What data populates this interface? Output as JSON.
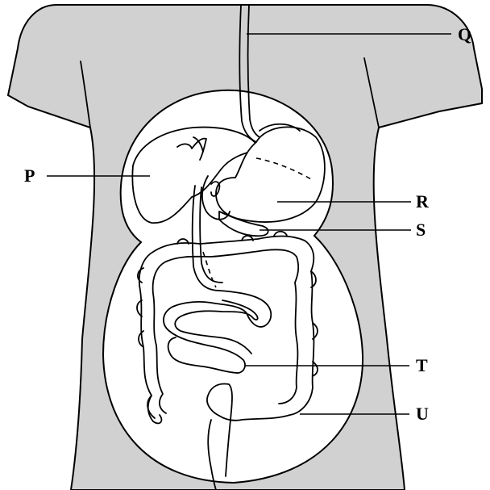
{
  "labels": {
    "P": "P",
    "Q": "Q",
    "R": "R",
    "S": "S",
    "T": "T",
    "U": "U"
  },
  "colors": {
    "torso": "#d1d1d1",
    "organs": "#ffffff",
    "outline": "#000000"
  }
}
